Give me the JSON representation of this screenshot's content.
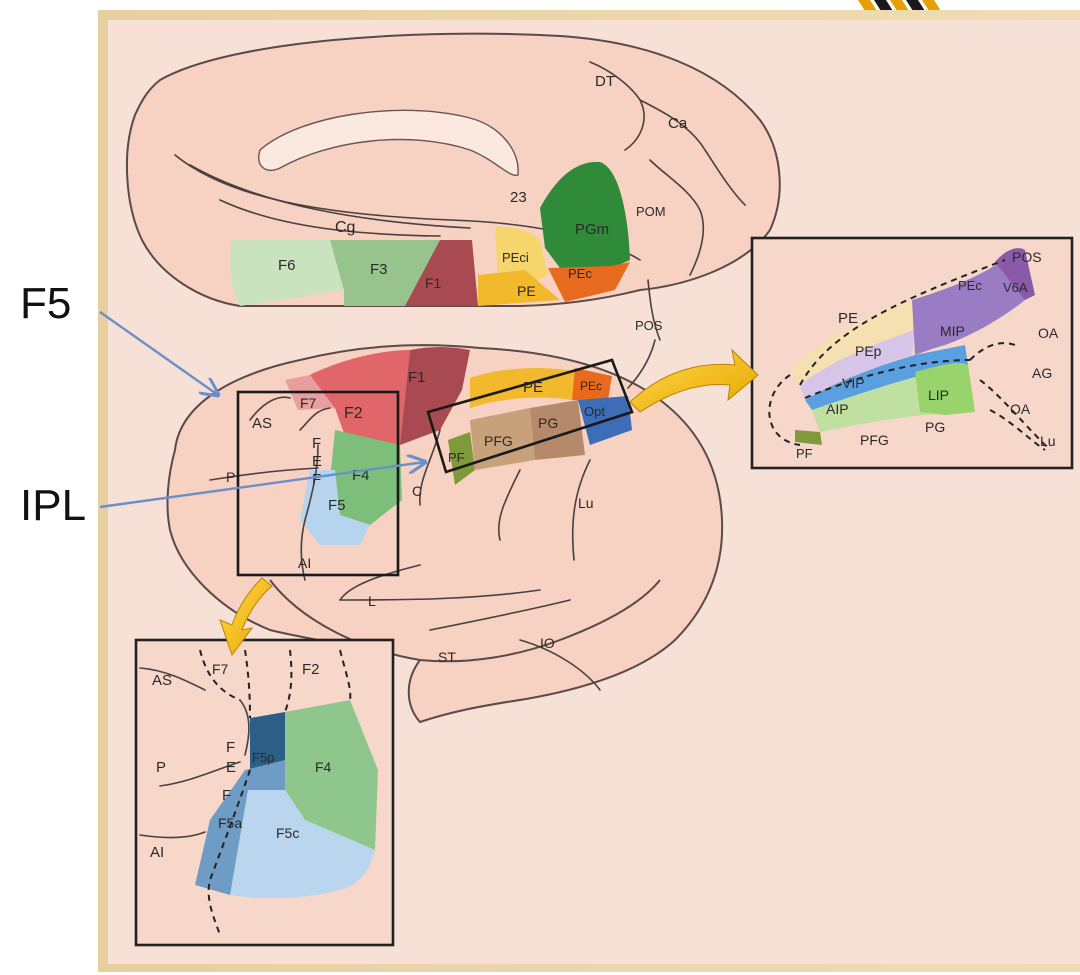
{
  "outer_labels": {
    "f5": "F5",
    "ipl": "IPL"
  },
  "medial_view": {
    "sulci": {
      "dt": "DT",
      "ca": "Ca",
      "cg": "Cg",
      "pom": "POM",
      "pos": "POS"
    },
    "area_23": "23",
    "areas": {
      "f6": "F6",
      "f3": "F3",
      "f1": "F1",
      "peci": "PEci",
      "pgm": "PGm",
      "pec": "PEc",
      "pe": "PE"
    }
  },
  "lateral_view": {
    "areas": {
      "f1": "F1",
      "f7": "F7",
      "f2": "F2",
      "f4": "F4",
      "f5": "F5",
      "pe": "PE",
      "pec": "PEc",
      "pg": "PG",
      "pfg": "PFG",
      "pf": "PF",
      "opt": "Opt"
    },
    "sulci": {
      "as": "AS",
      "f": "F",
      "e": "E",
      "f2": "F",
      "p": "P",
      "c": "C",
      "ai": "AI",
      "l": "L",
      "st": "ST",
      "io": "IO",
      "lu": "Lu"
    }
  },
  "ips_inset": {
    "labels": {
      "pos": "POS",
      "pec": "PEc",
      "v6a": "V6A",
      "pe": "PE",
      "pep": "PEp",
      "mip": "MIP",
      "oa": "OA",
      "vip": "VIP",
      "ag": "AG",
      "lip": "LIP",
      "aip": "AIP",
      "oa2": "OA",
      "pf": "PF",
      "pfg": "PFG",
      "pg": "PG",
      "lu": "Lu"
    }
  },
  "premotor_inset": {
    "labels": {
      "as": "AS",
      "f7": "F7",
      "f2": "F2",
      "f": "F",
      "e": "E",
      "f5p": "F5p",
      "f4": "F4",
      "p": "P",
      "f_low": "F",
      "f5a": "F5a",
      "f5c": "F5c",
      "ai": "AI"
    }
  },
  "colors": {
    "background": "#f7e0d6",
    "brain": "#f7d1c1",
    "pgm": "#2f8a3a",
    "f1": "#a94a52",
    "f2": "#e0666a",
    "f3": "#96c48c",
    "f6": "#c9e3bf",
    "f4": "#7dbf7a",
    "f5": "#b6d4ee",
    "pe": "#f2b92c",
    "pec": "#e86a1f",
    "pg": "#c09a7a",
    "pf": "#7f9a3a",
    "opt": "#3e6db8"
  }
}
